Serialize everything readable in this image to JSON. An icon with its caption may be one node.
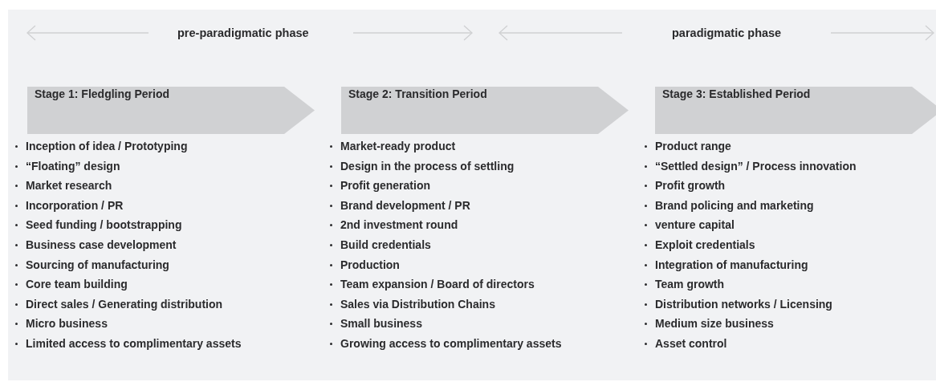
{
  "diagram": {
    "nodes": [
      {
        "text": [
          "Stage 1: Fledgling Period"
        ],
        "beside": [
          "Inception of idea / Prototyping",
          "“Floating” design",
          "Market research",
          "Incorporation / PR",
          "Seed funding / bootstrapping",
          "Business case development",
          "Sourcing of manufacturing",
          "Core team building",
          "Direct sales / Generating distribution",
          "Micro business",
          "Limited access to complimentary assets"
        ]
      },
      {
        "text": [
          "Stage 2: Transition Period"
        ],
        "beside": [
          "Market-ready product",
          "Design in the process of settling",
          "Profit generation",
          "Brand development / PR",
          "2nd investment round",
          "Build credentials",
          "Production",
          "Team expansion / Board of directors",
          "Sales via Distribution Chains",
          "Small business",
          "Growing access to complimentary assets"
        ]
      },
      {
        "text": [
          "Stage 3: Established Period"
        ],
        "beside": [
          "Product range",
          "“Settled design” / Process innovation",
          "Profit growth",
          "Brand policing and marketing",
          "venture capital",
          "Exploit credentials",
          "Integration of manufacturing",
          "Team growth",
          "Distribution networks / Licensing",
          "Medium size business",
          "Asset control"
        ]
      }
    ],
    "labels": [
      "pre-paradigmatic phase",
      "paradigmatic phase"
    ]
  }
}
